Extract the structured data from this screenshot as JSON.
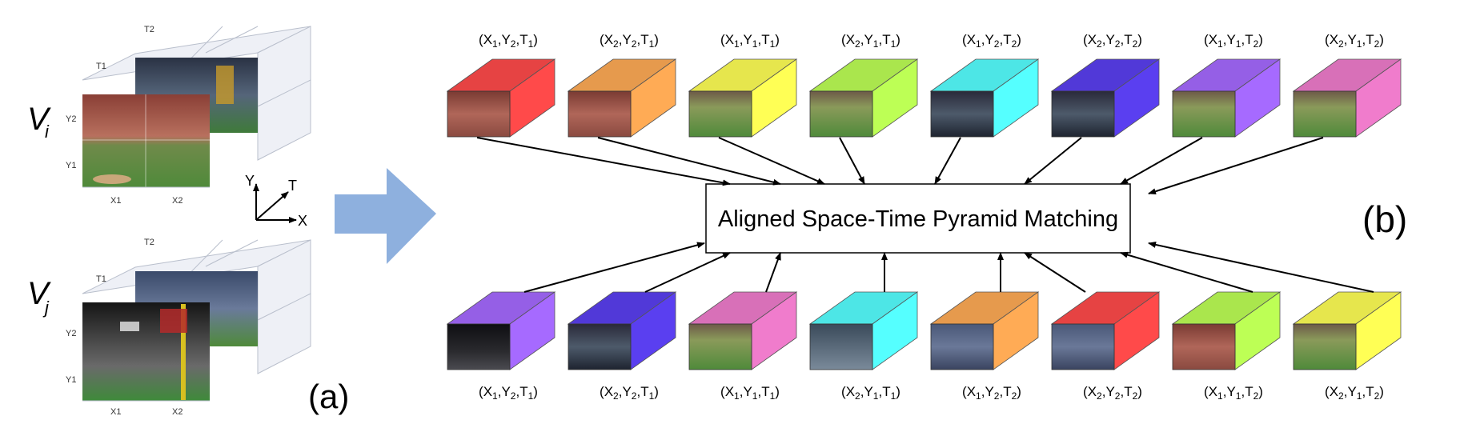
{
  "panel_a": {
    "label": "(a)",
    "video_i": {
      "label_main": "V",
      "label_sub": "i",
      "t_labels": [
        "T1",
        "T2"
      ],
      "y_labels": [
        "Y2",
        "Y1"
      ],
      "x_labels": [
        "X1",
        "X2"
      ]
    },
    "video_j": {
      "label_main": "V",
      "label_sub": "j",
      "t_labels": [
        "T1",
        "T2"
      ],
      "y_labels": [
        "Y2",
        "Y1"
      ],
      "x_labels": [
        "X1",
        "X2"
      ]
    },
    "axes": {
      "y": "Y",
      "t": "T",
      "x": "X"
    }
  },
  "panel_b": {
    "label": "(b)",
    "center_box": "Aligned Space-Time Pyramid Matching",
    "top_row": [
      {
        "label": "(X1,Y2,T1)",
        "color": "#ff4a4a",
        "scene": "crowd"
      },
      {
        "label": "(X2,Y2,T1)",
        "color": "#ffab55",
        "scene": "crowd"
      },
      {
        "label": "(X1,Y1,T1)",
        "color": "#ffff55",
        "scene": "field"
      },
      {
        "label": "(X2,Y1,T1)",
        "color": "#bdff55",
        "scene": "field"
      },
      {
        "label": "(X1,Y2,T2)",
        "color": "#55ffff",
        "scene": "scoreboard"
      },
      {
        "label": "(X2,Y2,T2)",
        "color": "#5a3ff0",
        "scene": "scoreboard"
      },
      {
        "label": "(X1,Y1,T2)",
        "color": "#a66aff",
        "scene": "field"
      },
      {
        "label": "(X2,Y1,T2)",
        "color": "#f07ccc",
        "scene": "field"
      }
    ],
    "bottom_row": [
      {
        "label": "(X1,Y2,T1)",
        "color": "#a66aff",
        "scene": "dark"
      },
      {
        "label": "(X2,Y2,T1)",
        "color": "#5a3ff0",
        "scene": "scoreboard"
      },
      {
        "label": "(X1,Y1,T1)",
        "color": "#f07ccc",
        "scene": "field"
      },
      {
        "label": "(X2,Y1,T1)",
        "color": "#55ffff",
        "scene": "pole"
      },
      {
        "label": "(X1,Y2,T2)",
        "color": "#ffab55",
        "scene": "stadium"
      },
      {
        "label": "(X2,Y2,T2)",
        "color": "#ff4a4a",
        "scene": "stadium"
      },
      {
        "label": "(X1,Y1,T2)",
        "color": "#bdff55",
        "scene": "crowd"
      },
      {
        "label": "(X2,Y1,T2)",
        "color": "#ffff55",
        "scene": "field"
      }
    ]
  }
}
